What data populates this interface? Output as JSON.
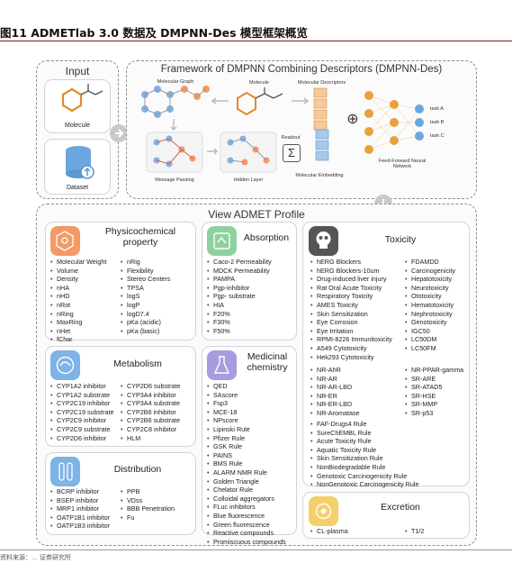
{
  "caption": "图11 ADMETlab 3.0 数据及 DMPNN-Des 模型框架概览",
  "top": {
    "input_title": "Input",
    "molecule_label": "Molecule",
    "dataset_label": "Dataset",
    "framework_title": "Framework of DMPNN Combining Descriptors (DMPNN-Des)",
    "molecular_graph": "Molecular Graph",
    "molecule": "Molecule",
    "molecular_descriptors": "Molecular Descriptors",
    "message_passing": "Message Passing",
    "hidden_layer": "Hidden Layer",
    "readout": "Readout",
    "sum_symbol": "Σ",
    "molecular_embedding": "Molecular Embedding",
    "ffnn": "Feed-Forward Neural Network",
    "tasks": [
      "task A",
      "task B",
      "task C"
    ],
    "plus_symbol": "⊕"
  },
  "profile_title": "View ADMET Profile",
  "physchem": {
    "title": "Physicochemical property",
    "col1": [
      "Molecular Weight",
      "Volume",
      "Density",
      "nHA",
      "nHD",
      "nRot",
      "nRing",
      "MaxRing",
      "nHet",
      "fChar"
    ],
    "col2": [
      "nRig",
      "Flexibility",
      "Stereo Centers",
      "TPSA",
      "logS",
      "logP",
      "logD7.4",
      "pKa (acidic)",
      "pKa (basic)"
    ]
  },
  "absorption": {
    "title": "Absorption",
    "items": [
      "Caco-2 Permeability",
      "MDCK Permeability",
      "PAMPA",
      "Pgp-inhibitor",
      "Pgp- substrate",
      "HIA",
      "F20%",
      "F30%",
      "F50%"
    ]
  },
  "toxicity": {
    "title": "Toxicity",
    "col1": [
      "hERG Blockers",
      "hERG Blockers-10um",
      "Drug-induced liver injury",
      "Rat Oral Acute Toxicity",
      "Respiratory Toxicity",
      "AMES Toxicity",
      "Skin Sensitization",
      "Eye Corrosion",
      "Eye Irritation",
      "RPMI-8226 Immunitoxicity",
      "A549 Cytotoxicity",
      "Hek293 Cytotoxicity"
    ],
    "col2": [
      "FDAMDD",
      "Carcinogenicity",
      "Hepatotoxicity",
      "Neurotoxicity",
      "Ototoxicity",
      "Hematotoxicity",
      "Nephrotoxicity",
      "Genotoxicity",
      "IGC50",
      "LC50DM",
      "LC50FM"
    ],
    "nr_col1": [
      "NR-AhR",
      "NR-AR",
      "NR-AR-LBD",
      "NR-ER",
      "NR-ER-LBD",
      "NR-Aromatase"
    ],
    "nr_col2": [
      "NR-PPAR-gamma",
      "SR-ARE",
      "SR-ATAD5",
      "SR-HSE",
      "SR-MMP",
      "SR-p53"
    ],
    "rules": [
      "FAF-Drugs4 Rule",
      "SureChEMBL Rule",
      "Acute Toxicity Rule",
      "Aquatic Toxicity Rule",
      "Skin Sensitization Rule",
      "NonBiodegradable Rule",
      "Genotoxic Carcinogenicity Rule",
      "NonGenotoxic Carcinogenicity Rule"
    ]
  },
  "metabolism": {
    "title": "Metabolism",
    "col1": [
      "CYP1A2 inhibitor",
      "CYP1A2 substrate",
      "CYP2C19 inhibitor",
      "CYP2C19 substrate",
      "CYP2C9 inhibitor",
      "CYP2C9 substrate",
      "CYP2D6 inhibitor"
    ],
    "col2": [
      "CYP2D6 substrate",
      "CYP3A4 inhibitor",
      "CYP3A4 substrate",
      "CYP2B6 inhibitor",
      "CYP2B6 substrate",
      "CYP2C8 inhibitor",
      "HLM"
    ]
  },
  "medchem": {
    "title": "Medicinal chemistry",
    "items": [
      "QED",
      "SAscore",
      "Fsp3",
      "MCE-18",
      "NPscore",
      "Lipinski Rule",
      "Pfizer Rule",
      "GSK Rule",
      "PAINS",
      "BMS Rule",
      "ALARM NMR Rule",
      "Golden Triangle",
      "Chelator Rule",
      "Colloidal aggregators",
      "FLuc inhibitors",
      "Blue fluorescence",
      "Green fluorescence",
      "Reactive compounds",
      "Promiscuous compounds"
    ]
  },
  "distribution": {
    "title": "Distribution",
    "col1": [
      "BCRP inhibitor",
      "BSEP inhibitor",
      "MRP1 inhibitor",
      "OATP1B1 inhibitor",
      "OATP1B3 inhibitor"
    ],
    "col2": [
      "PPB",
      "VDss",
      "BBB Penetration",
      "Fu"
    ]
  },
  "excretion": {
    "title": "Excretion",
    "col1": [
      "CL-plasma"
    ],
    "col2": [
      "T1/2"
    ]
  },
  "footer": "资料来源：… 证券研究所",
  "colors": {
    "rule": "#8a1a1a",
    "physchem": "#f39a67",
    "absorption": "#8fd19e",
    "toxicity": "#555555",
    "metabolism": "#7fb2e5",
    "medchem": "#a99be0",
    "distribution": "#7fb2e5",
    "excretion": "#f5cf6a",
    "accent": "#e08a2e",
    "network": "#e8a13c"
  }
}
